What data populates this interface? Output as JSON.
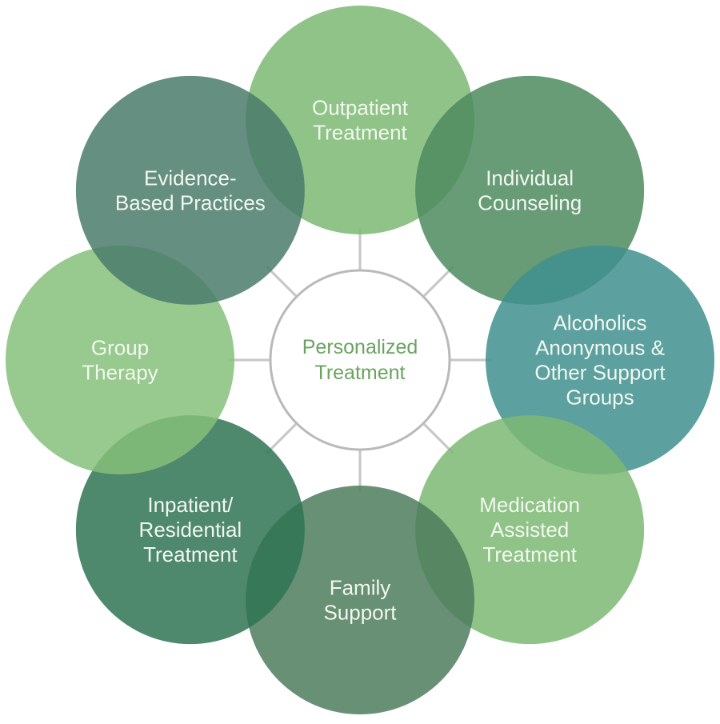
{
  "diagram": {
    "hub": {
      "lines": [
        "Personalized",
        "Treatment"
      ],
      "text_color": "#6aa35f",
      "stroke_color": "#b9b9b9"
    },
    "connector_color": "#c6c6c6",
    "nodes": [
      {
        "id": "outpatient-treatment",
        "lines": [
          "Outpatient",
          "Treatment"
        ],
        "color": "#7db873"
      },
      {
        "id": "individual-counseling",
        "lines": [
          "Individual",
          "Counseling"
        ],
        "color": "#4e8b5f"
      },
      {
        "id": "support-groups",
        "lines": [
          "Alcoholics",
          "Anonymous &",
          "Other Support",
          "Groups"
        ],
        "color": "#3f8f8f"
      },
      {
        "id": "medication-assisted",
        "lines": [
          "Medication",
          "Assisted",
          "Treatment"
        ],
        "color": "#7db873"
      },
      {
        "id": "family-support",
        "lines": [
          "Family",
          "Support"
        ],
        "color": "#4e7c5c"
      },
      {
        "id": "inpatient-residential",
        "lines": [
          "Inpatient/",
          "Residential",
          "Treatment"
        ],
        "color": "#2f7455"
      },
      {
        "id": "group-therapy",
        "lines": [
          "Group",
          "Therapy"
        ],
        "color": "#86c07a"
      },
      {
        "id": "evidence-based",
        "lines": [
          "Evidence-",
          "Based Practices"
        ],
        "color": "#4a7b6b"
      }
    ]
  }
}
